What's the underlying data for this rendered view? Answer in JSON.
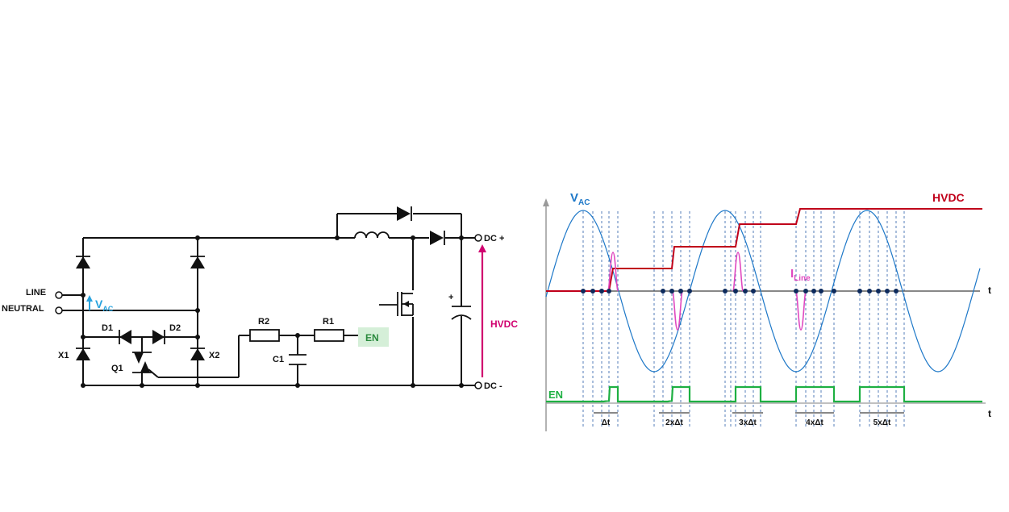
{
  "colors": {
    "vac": "#1e78c8",
    "vac_label": "#1e78c8",
    "vac_arrow": "#29a3de",
    "hvdc": "#c0001a",
    "hvdc_arrow": "#d0006f",
    "iline": "#e048c0",
    "en": "#1eb042",
    "en_box": "#d5efd8",
    "en_text": "#2a8a3d",
    "grid": "#2a5ea8",
    "dot": "#0d2a5c"
  },
  "circuit": {
    "line": "LINE",
    "neutral": "NEUTRAL",
    "vac_main": "V",
    "vac_sub": "AC",
    "d1": "D1",
    "d2": "D2",
    "x1": "X1",
    "x2": "X2",
    "q1": "Q1",
    "r1": "R1",
    "r2": "R2",
    "c1": "C1",
    "en": "EN",
    "dc_plus": "DC +",
    "dc_minus": "DC -",
    "hvdc": "HVDC",
    "cap_plus": "+"
  },
  "waveform": {
    "vac_main": "V",
    "vac_sub": "AC",
    "hvdc": "HVDC",
    "iline_main": "I",
    "iline_sub": "Line",
    "en": "EN",
    "t_axis": "t",
    "delays": [
      "Δt",
      "2xΔt",
      "3xΔt",
      "4xΔt",
      "5xΔt"
    ]
  }
}
